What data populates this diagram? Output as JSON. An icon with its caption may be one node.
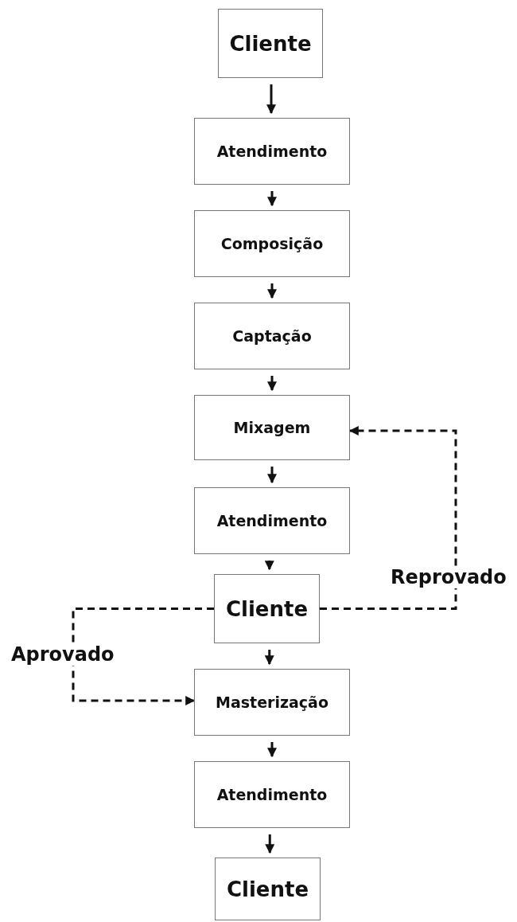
{
  "diagram": {
    "nodes": [
      {
        "text": [
          "Cliente"
        ]
      },
      {
        "text": [
          "Atendimento"
        ]
      },
      {
        "text": [
          "Composição"
        ]
      },
      {
        "text": [
          "Captação"
        ]
      },
      {
        "text": [
          "Mixagem"
        ]
      },
      {
        "text": [
          "Atendimento"
        ]
      },
      {
        "text": [
          "Cliente"
        ]
      },
      {
        "text": [
          "Masterização"
        ]
      },
      {
        "text": [
          "Atendimento"
        ]
      },
      {
        "text": [
          "Cliente"
        ]
      }
    ],
    "edges": [
      {
        "from": 0,
        "to": 1,
        "arrow": "to"
      },
      {
        "from": 1,
        "to": 2,
        "arrow": "to"
      },
      {
        "from": 2,
        "to": 3,
        "arrow": "to"
      },
      {
        "from": 3,
        "to": 4,
        "arrow": "to"
      },
      {
        "from": 4,
        "to": 5,
        "arrow": "to"
      },
      {
        "from": 5,
        "to": 6,
        "arrow": "to"
      },
      {
        "from": 6,
        "to": 4,
        "arrow": "to",
        "label": "Reprovado",
        "style": "dashed"
      },
      {
        "from": 6,
        "to": 7,
        "arrow": "to",
        "label": "Aprovado",
        "style": "dashed"
      },
      {
        "from": 6,
        "to": 7,
        "arrow": "to"
      },
      {
        "from": 7,
        "to": 8,
        "arrow": "to"
      },
      {
        "from": 8,
        "to": 9,
        "arrow": "to"
      }
    ]
  }
}
